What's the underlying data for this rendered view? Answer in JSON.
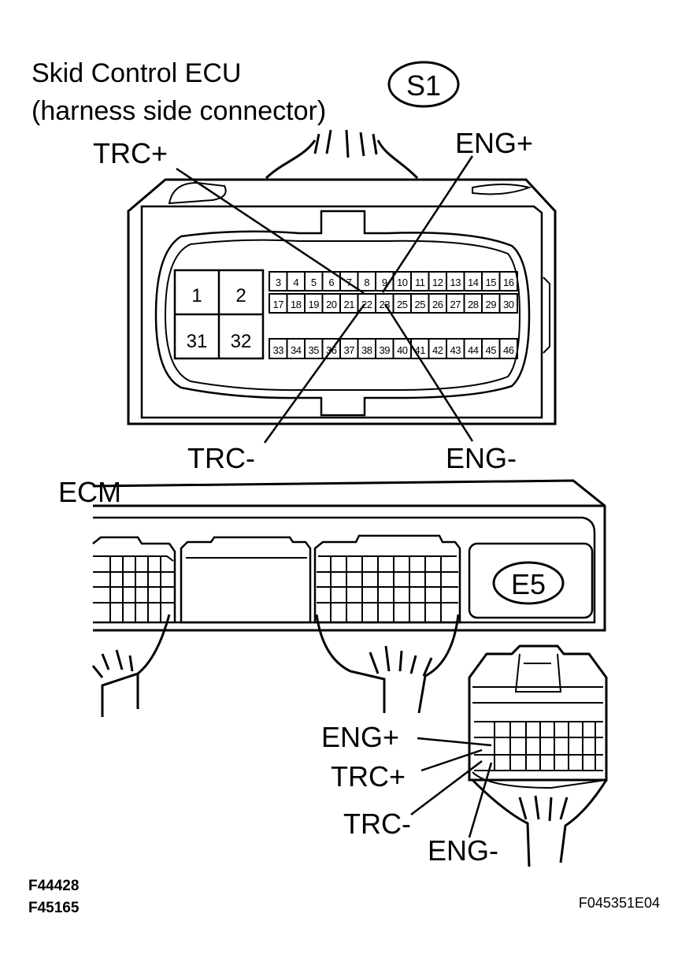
{
  "title": {
    "line1": "Skid Control ECU",
    "line2": "(harness side connector)"
  },
  "ecu_connector": {
    "code": "S1",
    "big_pins": [
      "1",
      "2",
      "31",
      "32"
    ],
    "row1": [
      "3",
      "4",
      "5",
      "6",
      "7",
      "8",
      "9",
      "10",
      "11",
      "12",
      "13",
      "14",
      "15",
      "16"
    ],
    "row2": [
      "17",
      "18",
      "19",
      "20",
      "21",
      "22",
      "23",
      "25",
      "25",
      "26",
      "27",
      "28",
      "29",
      "30"
    ],
    "row3": [
      "33",
      "34",
      "35",
      "36",
      "37",
      "38",
      "39",
      "40",
      "41",
      "42",
      "43",
      "44",
      "45",
      "46"
    ],
    "labels": {
      "trc_plus": "TRC+",
      "eng_plus": "ENG+",
      "trc_minus": "TRC-",
      "eng_minus": "ENG-"
    }
  },
  "ecm": {
    "label": "ECM",
    "connector_code": "E5",
    "labels": {
      "eng_plus": "ENG+",
      "trc_plus": "TRC+",
      "trc_minus": "TRC-",
      "eng_minus": "ENG-"
    }
  },
  "figure_codes": [
    "F44428",
    "F45165"
  ],
  "figure_ref": "F045351E04"
}
